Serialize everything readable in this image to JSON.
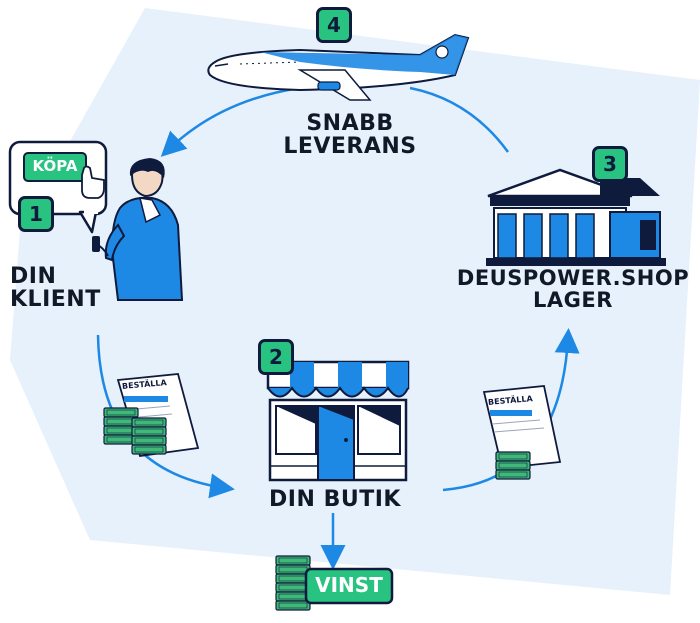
{
  "steps": {
    "client": {
      "number": "1",
      "label_line1": "DIN",
      "label_line2": "KLIENT",
      "buy_button": "KÖPA"
    },
    "shop": {
      "number": "2",
      "label": "DIN BUTIK"
    },
    "warehouse": {
      "number": "3",
      "label_line1": "DEUSPOWER.SHOP",
      "label_line2": "LAGER"
    },
    "delivery": {
      "number": "4",
      "label_line1": "SNABB",
      "label_line2": "LEVERANS"
    }
  },
  "order_form": {
    "title": "BESTÄLLA"
  },
  "profit": {
    "label": "VINST"
  },
  "colors": {
    "accent_blue": "#1e88e5",
    "navy": "#0f1b3d",
    "badge_green": "#28c281",
    "background_panel": "#e6f1fb",
    "money_green": "#2fa86a"
  }
}
